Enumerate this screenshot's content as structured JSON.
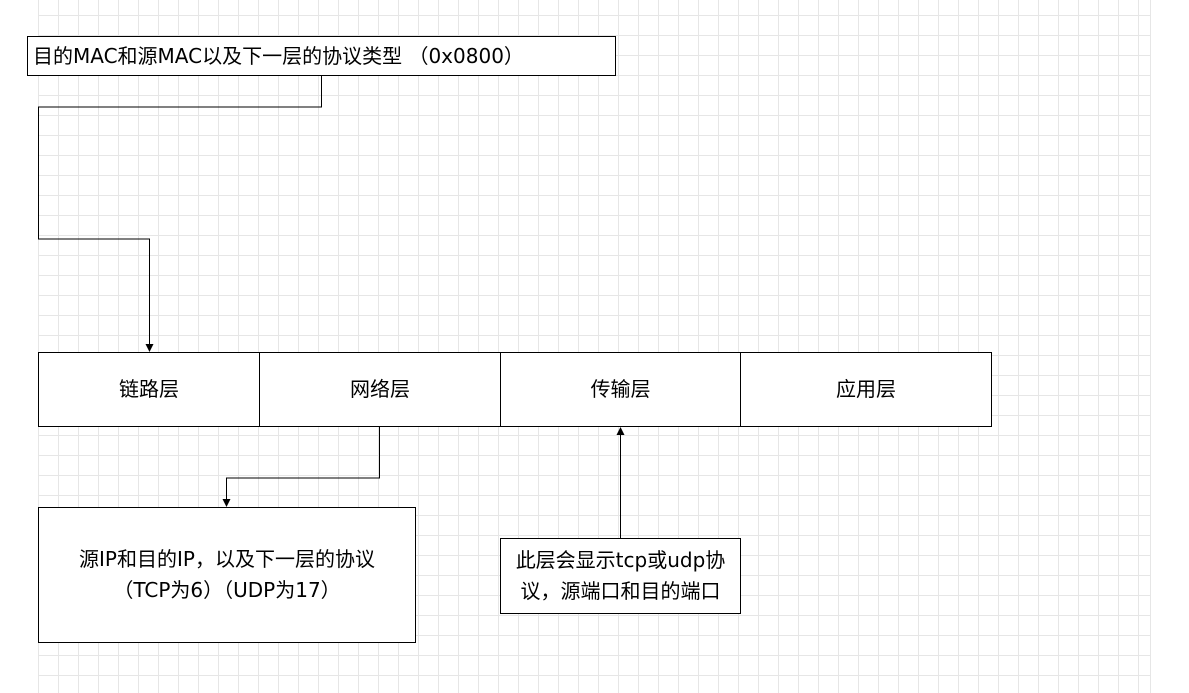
{
  "diagram": {
    "ethernet_header_note": "目的MAC和源MAC以及下一层的协议类型 （0x0800）",
    "layers": [
      {
        "label": "链路层"
      },
      {
        "label": "网络层"
      },
      {
        "label": "传输层"
      },
      {
        "label": "应用层"
      }
    ],
    "network_note": {
      "line1": "源IP和目的IP，以及下一层的协议",
      "line2": "（TCP为6）（UDP为17）"
    },
    "transport_note": {
      "line1": "此层会显示tcp或udp协",
      "line2": "议，源端口和目的端口"
    }
  },
  "colors": {
    "stroke": "#000000",
    "grid": "#e6e6e6",
    "background": "#ffffff"
  }
}
